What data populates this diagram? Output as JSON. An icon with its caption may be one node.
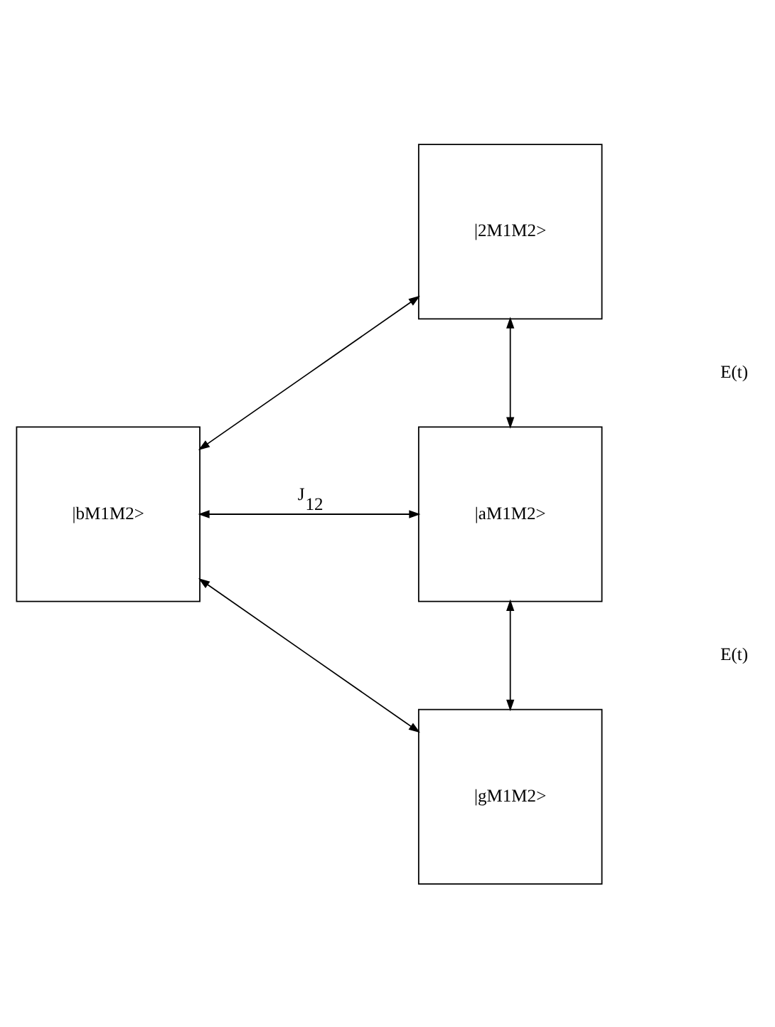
{
  "diagram": {
    "nodes": [
      {
        "text": [
          "|2M1M2>"
        ]
      },
      {
        "text": [
          "|bM1M2>"
        ]
      },
      {
        "text": [
          "|aM1M2>"
        ]
      },
      {
        "text": [
          "|gM1M2>"
        ]
      }
    ],
    "edges": [
      {
        "from": 0,
        "to": 1,
        "arrow": "both"
      },
      {
        "from": 0,
        "to": 2,
        "arrow": "both"
      },
      {
        "from": 1,
        "to": 2,
        "arrow": "both",
        "label": "J$_{12}$"
      },
      {
        "from": 1,
        "to": 3,
        "arrow": "both"
      },
      {
        "from": 2,
        "to": 3,
        "arrow": "both"
      }
    ],
    "labels": [
      "E(t)",
      "E(t)"
    ]
  }
}
